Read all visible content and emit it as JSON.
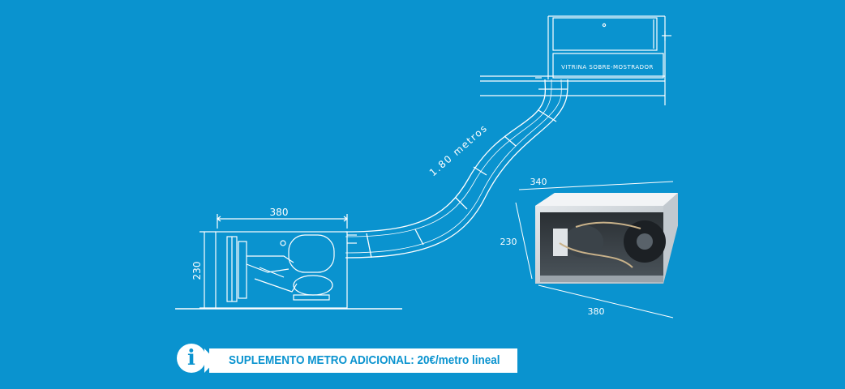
{
  "diagram": {
    "showcase_label": "VITRINA SOBRE-MOSTRADOR",
    "pipe_length_label": "1.80 metros",
    "unit_width_label": "380",
    "unit_height_label": "230"
  },
  "photo": {
    "depth_label": "340",
    "height_label": "230",
    "width_label": "380"
  },
  "info": {
    "icon_glyph": "i",
    "text": "SUPLEMENTO METRO ADICIONAL: 20€/metro lineal"
  },
  "colors": {
    "background": "#0a93cf",
    "line": "#ffffff",
    "banner_text": "#0a93cf"
  }
}
